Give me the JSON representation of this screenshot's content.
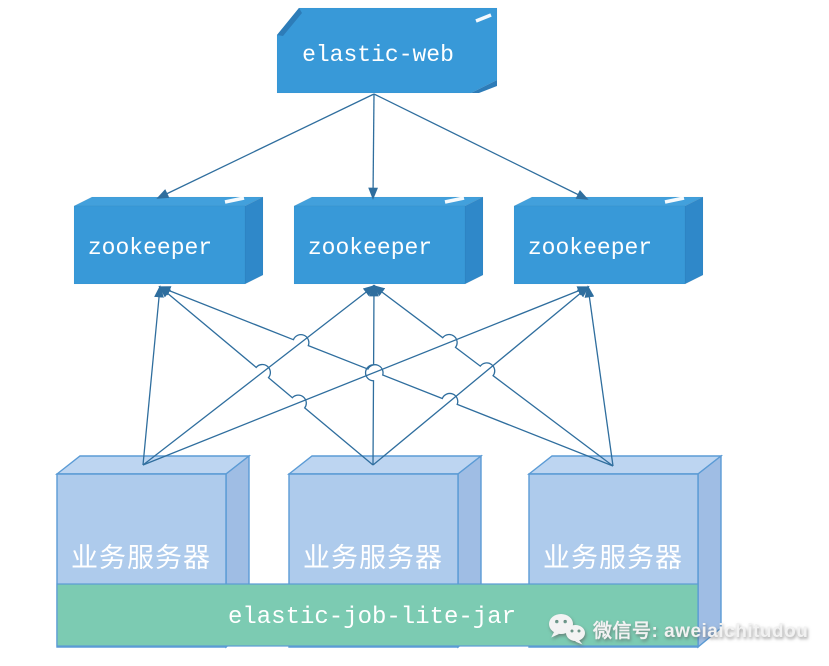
{
  "diagram": {
    "web": {
      "label": "elastic-web"
    },
    "zookeepers": [
      {
        "label": "zookeeper"
      },
      {
        "label": "zookeeper"
      },
      {
        "label": "zookeeper"
      }
    ],
    "servers": [
      {
        "label": "业务服务器"
      },
      {
        "label": "业务服务器"
      },
      {
        "label": "业务服务器"
      }
    ],
    "jar": {
      "label": "elastic-job-lite-jar"
    },
    "watermark": {
      "icon": "wechat-icon",
      "label": "微信号: aweiaichitudou"
    },
    "edges": [
      {
        "from": "web",
        "to": "zookeeper-1"
      },
      {
        "from": "web",
        "to": "zookeeper-2"
      },
      {
        "from": "web",
        "to": "zookeeper-3"
      },
      {
        "from": "server-1",
        "to": "zookeeper-1"
      },
      {
        "from": "server-1",
        "to": "zookeeper-2"
      },
      {
        "from": "server-1",
        "to": "zookeeper-3"
      },
      {
        "from": "server-2",
        "to": "zookeeper-1"
      },
      {
        "from": "server-2",
        "to": "zookeeper-2"
      },
      {
        "from": "server-2",
        "to": "zookeeper-3"
      },
      {
        "from": "server-3",
        "to": "zookeeper-1"
      },
      {
        "from": "server-3",
        "to": "zookeeper-2"
      },
      {
        "from": "server-3",
        "to": "zookeeper-3"
      }
    ],
    "colors": {
      "node_blue": "#3899d8",
      "node_blue_dark": "#2d7cb8",
      "node_blue_side": "#2f88c9",
      "node_blue_top": "#42a0dc",
      "server_front": "#aecbec",
      "server_top": "#bdd5f1",
      "server_side": "#9fbde4",
      "server_outline": "#5b9bd5",
      "jar_green": "#7ccbb2",
      "line": "#2f6e9e",
      "label_white": "#ffffff"
    }
  }
}
